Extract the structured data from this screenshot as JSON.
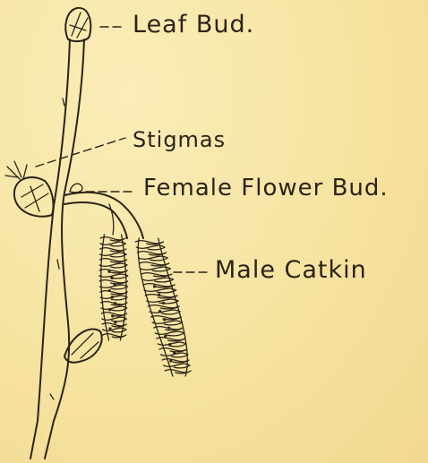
{
  "labels": {
    "leaf_bud": "Leaf Bud.",
    "stigmas": "Stigmas",
    "female_flower_bud": "Female Flower Bud.",
    "male_catkin": "Male Catkin"
  },
  "colors": {
    "paper": "#f6e3a0",
    "ink": "#2a2418"
  }
}
